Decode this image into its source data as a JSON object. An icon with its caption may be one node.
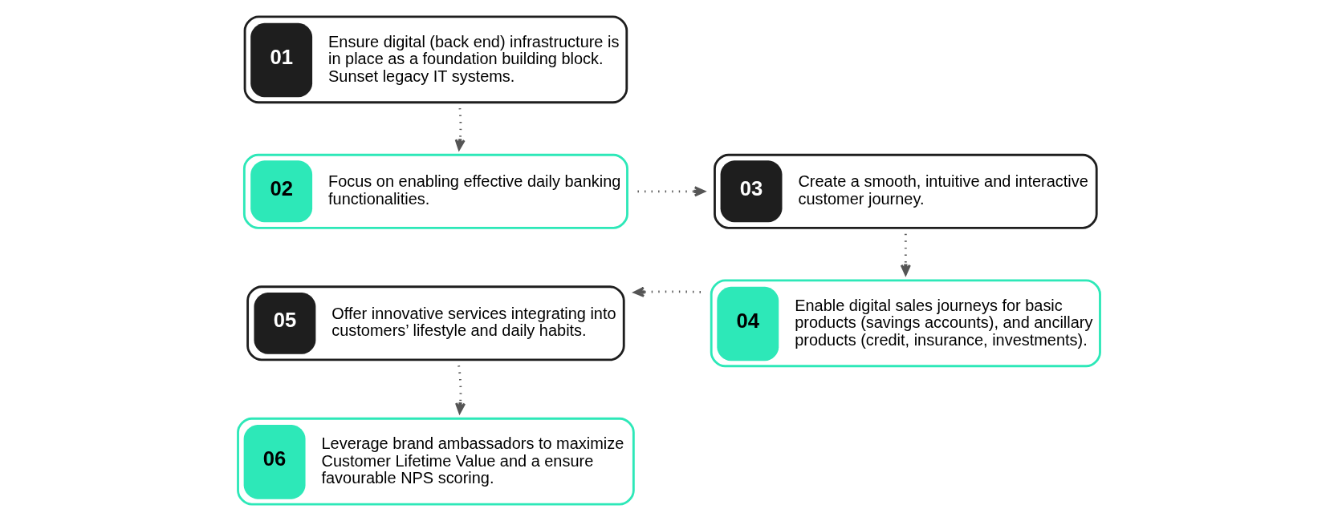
{
  "diagram": {
    "nodes": [
      {
        "text": [
          "01",
          "Ensure digital (back end) infrastructure is in place as a foundation building block. Sunset legacy IT systems."
        ]
      },
      {
        "text": [
          "02",
          "Focus on enabling effective daily banking functionalities."
        ]
      },
      {
        "text": [
          "03",
          "Create a smooth, intuitive and interactive customer journey."
        ]
      },
      {
        "text": [
          "04",
          "Enable digital sales journeys for basic products (savings accounts), and ancillary products (credit, insurance, investments)."
        ]
      },
      {
        "text": [
          "05",
          "Offer innovative services integrating into customers’ lifestyle and daily habits."
        ]
      },
      {
        "text": [
          "06",
          "Leverage brand ambassadors to maximize Customer Lifetime Value and a ensure favourable NPS scoring."
        ]
      }
    ],
    "edges": [
      {
        "from": 0,
        "to": 1,
        "arrow": "to",
        "style": "dashed"
      },
      {
        "from": 1,
        "to": 2,
        "arrow": "to",
        "style": "dashed"
      },
      {
        "from": 2,
        "to": 3,
        "arrow": "to",
        "style": "dashed"
      },
      {
        "from": 3,
        "to": 4,
        "arrow": "to",
        "style": "dashed"
      },
      {
        "from": 4,
        "to": 5,
        "arrow": "to",
        "style": "dashed"
      }
    ]
  }
}
